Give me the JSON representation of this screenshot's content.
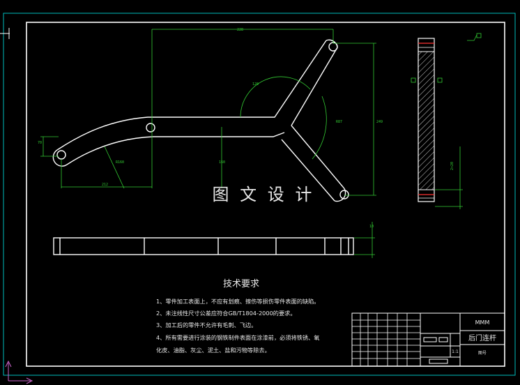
{
  "watermark": "图 文 设 计",
  "tech_req": {
    "title": "技术要求",
    "items": [
      "1、零件加工表面上，不应有划痕、擦伤等损伤零件表面的缺陷。",
      "2、未注线性尺寸公差应符合GB/T1804-2000的要求。",
      "3、加工后的零件不允许有毛刺、飞边。",
      "4、所有需要进行涂装的钢铁制件表面在涂漆前，必须将铁锈、氧",
      "化皮、油脂、灰尘、泥土、盐和污物等除去。"
    ]
  },
  "title_block": {
    "material": "MMM",
    "part_name": "后门连杆",
    "scale": "1:1",
    "sheet_mark": "图号"
  },
  "dims": {
    "top_width": "228",
    "left_height": "70",
    "bottom_left": "212",
    "radius_left": "R160",
    "angle": "120",
    "center_v": "160",
    "right_height": "249",
    "radius_right": "R87",
    "side_thk": "10",
    "side_right": "2×20"
  },
  "colors": {
    "frame": "#ffffff",
    "outer_frame": "#00bbbb",
    "dimension": "#33cc33",
    "hatch": "#ffffff",
    "marker": "#ff3333"
  }
}
